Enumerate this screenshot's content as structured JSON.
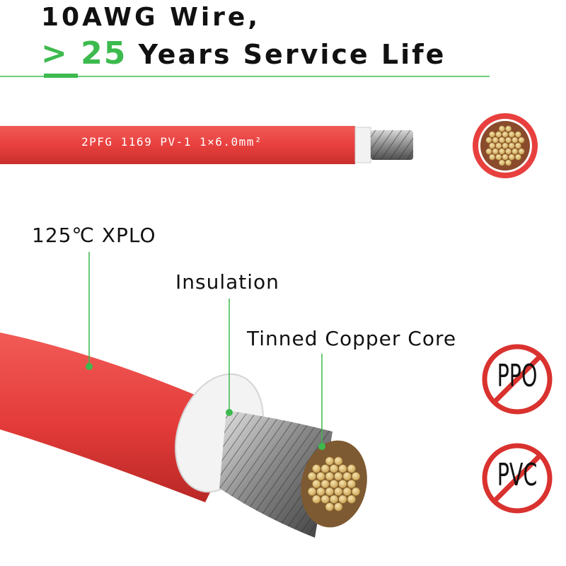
{
  "headline": {
    "line1": "10AWG Wire,",
    "line2_accent": "> 25",
    "line2_rest": " Years Service Life"
  },
  "wire_print": "2PFG 1169 PV-1 1×6.0mm²",
  "callouts": {
    "jacket": "125℃ XPLO",
    "insulation": "Insulation",
    "core": "Tinned Copper Core"
  },
  "badges": {
    "ppo": "PPO",
    "pvc": "PVC"
  },
  "colors": {
    "accent_green": "#3dba4e",
    "wire_red": "#e8403e",
    "badge_red": "#d9322f",
    "copper": "#e3c27a"
  }
}
